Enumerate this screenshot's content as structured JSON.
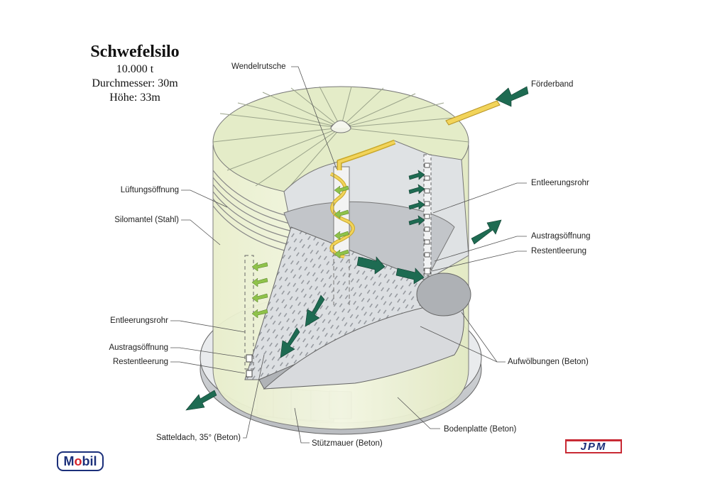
{
  "title": {
    "name": "Schwefelsilo",
    "lines": [
      "10.000 t",
      "Durchmesser: 30m",
      "Höhe: 33m"
    ]
  },
  "labels": {
    "wendelrutsche": "Wendelrutsche",
    "foerderband": "Förderband",
    "lueftungsoeffnung": "Lüftungsöffnung",
    "silomantel": "Silomantel (Stahl)",
    "entleerungsrohr_right": "Entleerungsrohr",
    "austragsoeffnung_right": "Austragsöffnung",
    "restentleerung_right": "Restentleerung",
    "entleerungsrohr_left": "Entleerungsrohr",
    "austragsoeffnung_left": "Austragsöffnung",
    "restentleerung_left": "Restentleerung",
    "aufwoelbungen": "Aufwölbungen (Beton)",
    "bodenplatte": "Bodenplatte (Beton)",
    "satteldach": "Satteldach, 35° (Beton)",
    "stuetzmauer": "Stützmauer (Beton)"
  },
  "logos": {
    "mobil": "Mobil",
    "jpm": "JPM"
  },
  "colors": {
    "roof": "#e4ecc8",
    "wall": "#eef3d6",
    "concrete": "#d6d8da",
    "concrete_dark": "#a9acb0",
    "sulfur": "#f2d45a",
    "arrow": "#1e6b52",
    "arrow_light": "#8fc24a",
    "line": "#555555"
  }
}
